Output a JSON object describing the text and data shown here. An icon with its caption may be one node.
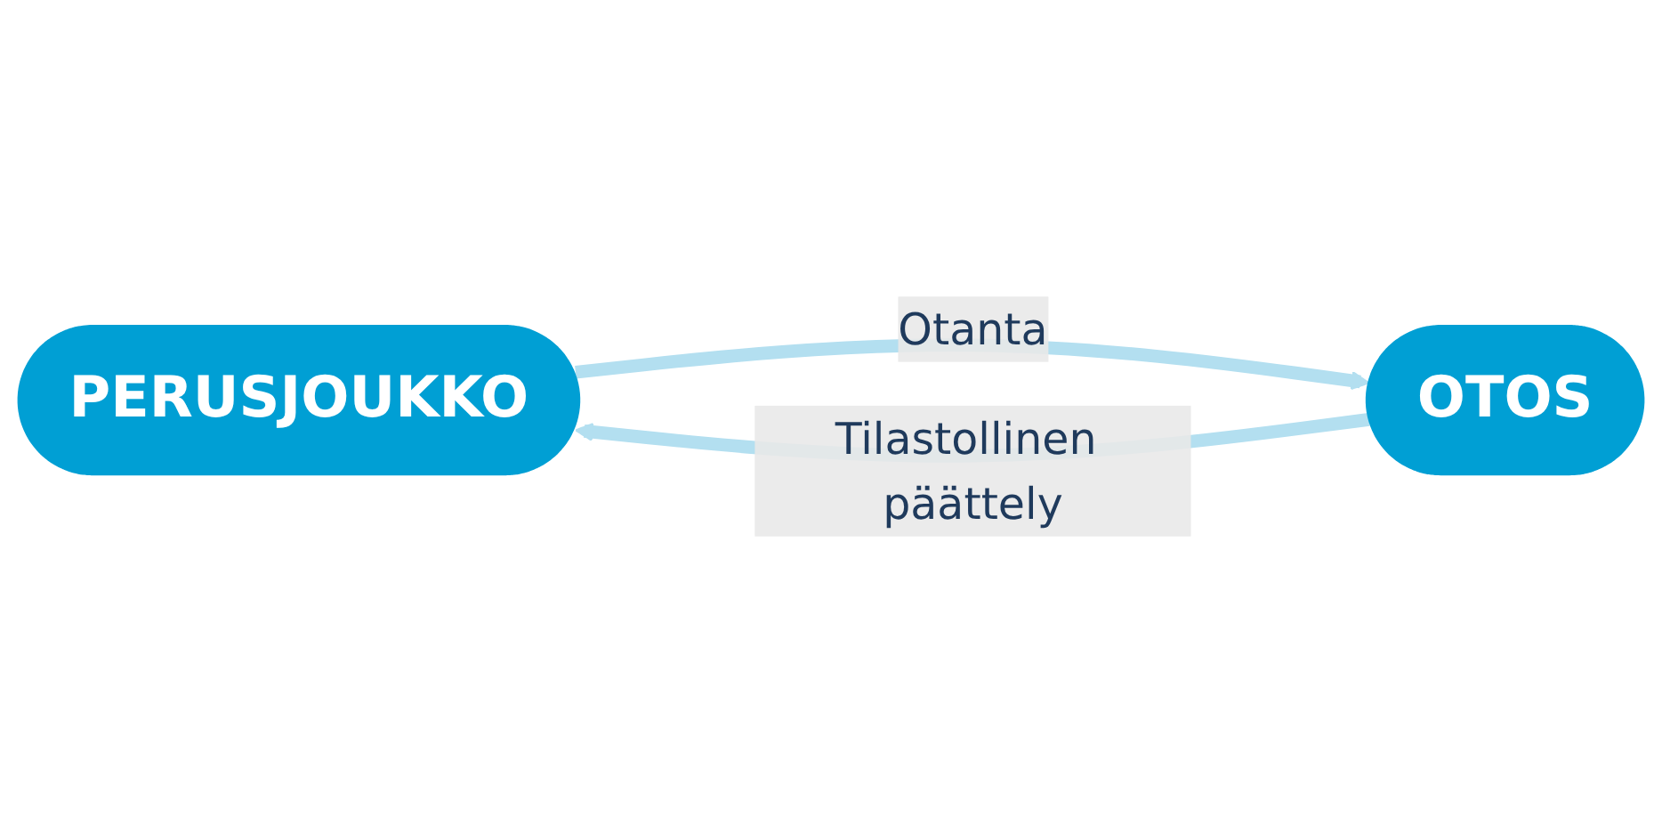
{
  "diagram": {
    "nodes": [
      {
        "text": [
          "PERUSJOUKKO"
        ]
      },
      {
        "text": [
          "OTOS"
        ]
      }
    ],
    "edges": [
      {
        "from": 0,
        "to": 1,
        "label": "Otanta",
        "arrow": "to"
      },
      {
        "from": 1,
        "to": 0,
        "label": "Tilastollinen päättely",
        "arrow": "to"
      }
    ]
  }
}
